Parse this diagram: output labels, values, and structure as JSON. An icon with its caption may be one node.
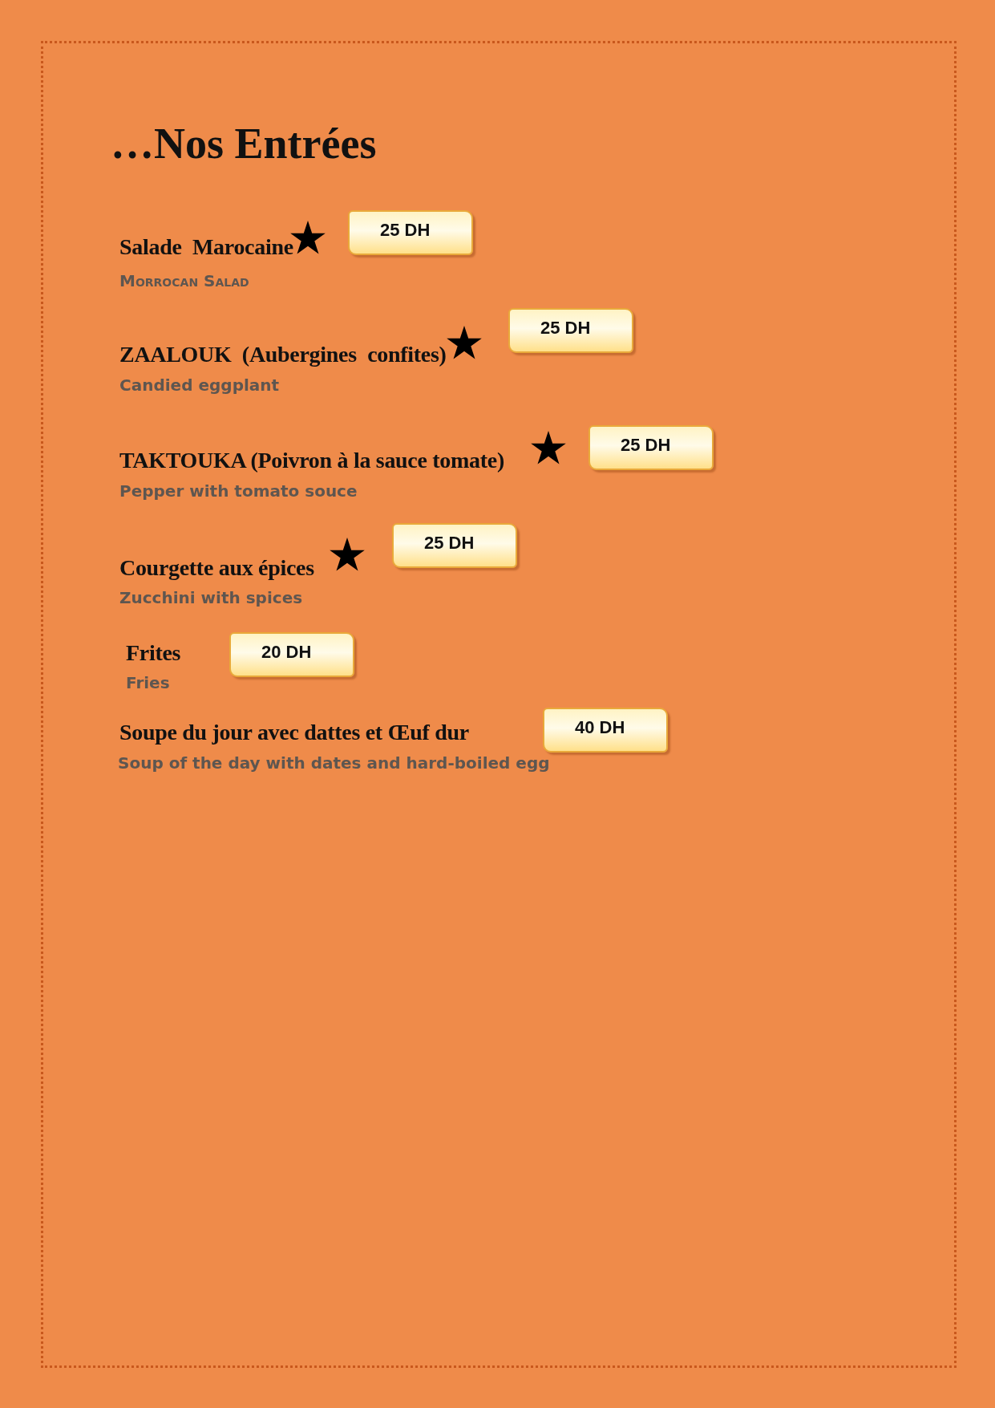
{
  "diagram": {
    "title": "…Nos Entrées",
    "nodes": [
      {
        "text": [
          "25 DH"
        ]
      },
      {
        "text": [
          "25 DH"
        ]
      },
      {
        "text": [
          "25 DH"
        ]
      },
      {
        "text": [
          "25 DH"
        ]
      },
      {
        "text": [
          "20 DH"
        ]
      },
      {
        "text": [
          "40 DH"
        ]
      }
    ],
    "labels": [
      "Salade  Marocaine",
      "Morrocan Salad",
      "ZAALOUK  (Aubergines  confites)",
      "Candied eggplant",
      "TAKTOUKA (Poivron à la sauce tomate)",
      "Pepper with tomato souce",
      "Courgette aux épices",
      "Zucchini with spices",
      "Frites",
      "Fries",
      "Soupe du jour avec dattes et Œuf dur",
      "Soup of the day with dates and hard-boiled egg"
    ]
  }
}
